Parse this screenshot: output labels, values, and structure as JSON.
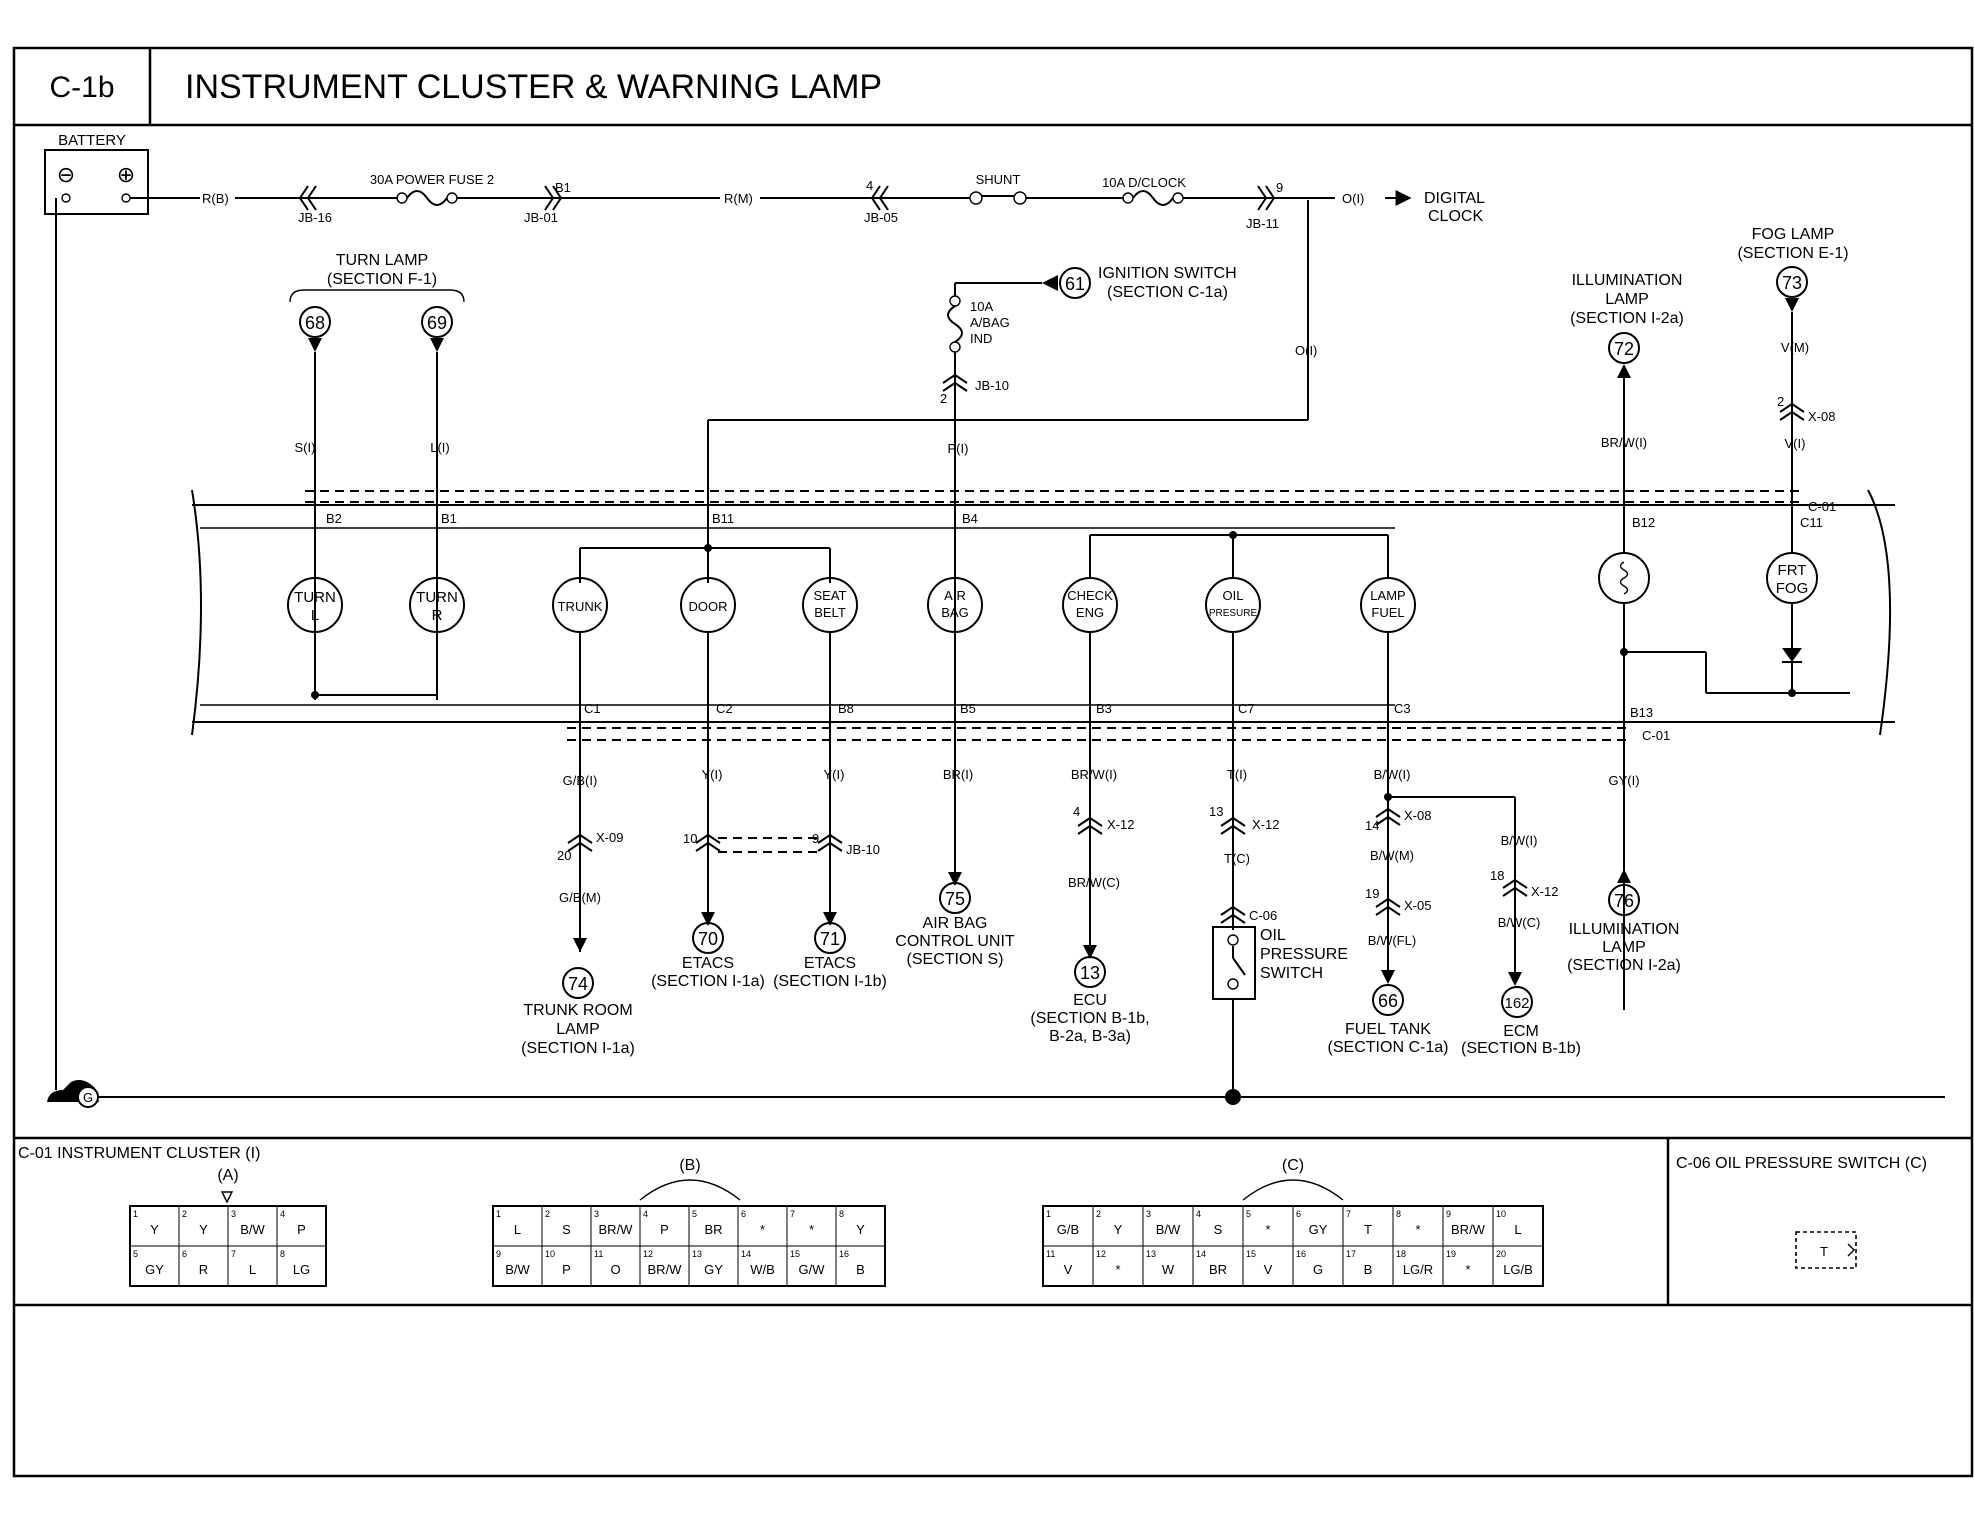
{
  "header": {
    "code": "C-1b",
    "title": "INSTRUMENT CLUSTER & WARNING LAMP"
  },
  "power": {
    "battery_label": "BATTERY",
    "minus": "⊖",
    "plus": "⊕",
    "wire_rb": "R(B)",
    "fuse1": "30A POWER FUSE 2",
    "jb16": "JB-16",
    "jb01": "JB-01",
    "b1": "B1",
    "wire_rm": "R(M)",
    "pin4": "4",
    "jb05": "JB-05",
    "shunt": "SHUNT",
    "fuse2": "10A D/CLOCK",
    "pin9": "9",
    "jb11": "JB-11",
    "wire_oi": "O(I)",
    "digital_clock": [
      "DIGITAL",
      "CLOCK"
    ]
  },
  "upper": {
    "turn_lamp": [
      "TURN LAMP",
      "(SECTION F-1)"
    ],
    "ref68": "68",
    "ref69": "69",
    "wire_si": "S(I)",
    "wire_li": "L(I)",
    "ignition": [
      "IGNITION SWITCH",
      "(SECTION C-1a)"
    ],
    "ref61": "61",
    "fuse3": [
      "10A",
      "A/BAG",
      "IND"
    ],
    "jb10": "JB-10",
    "pin2": "2",
    "wire_pi": "P(I)",
    "wire_oi2": "O(I)",
    "illum": [
      "ILLUMINATION",
      "LAMP",
      "(SECTION I-2a)"
    ],
    "ref72": "72",
    "wire_brwi": "BR/W(I)",
    "fog": [
      "FOG LAMP",
      "(SECTION E-1)"
    ],
    "ref73": "73",
    "wire_vm": "V(M)",
    "x08": "X-08",
    "pin2b": "2",
    "wire_vi": "V(I)",
    "c01": "C-01"
  },
  "cluster": {
    "top_pins": [
      "B2",
      "B1",
      "B11",
      "B4",
      "B12",
      "C11"
    ],
    "lamps": [
      {
        "l1": "TURN",
        "l2": "L"
      },
      {
        "l1": "TURN",
        "l2": "R"
      },
      {
        "l1": "TRUNK",
        "l2": ""
      },
      {
        "l1": "DOOR",
        "l2": ""
      },
      {
        "l1": "SEAT",
        "l2": "BELT"
      },
      {
        "l1": "AIR",
        "l2": "BAG"
      },
      {
        "l1": "CHECK",
        "l2": "ENG"
      },
      {
        "l1": "OIL",
        "l2": "PRESURE"
      },
      {
        "l1": "LAMP",
        "l2": "FUEL"
      },
      {
        "l1": "",
        "l2": ""
      },
      {
        "l1": "FRT",
        "l2": "FOG"
      }
    ],
    "bottom_pins": [
      "C1",
      "C2",
      "B8",
      "B5",
      "B3",
      "C7",
      "C3",
      "B13"
    ],
    "c01b": "C-01"
  },
  "lower": {
    "wire_gbi": "G/B(I)",
    "x09": "X-09",
    "pin20": "20",
    "wire_gbm": "G/B(M)",
    "ref74": "74",
    "trunk_room": [
      "TRUNK ROOM",
      "LAMP",
      "(SECTION I-1a)"
    ],
    "wire_yi": "Y(I)",
    "wire_yi2": "Y(I)",
    "pin10": "10",
    "pin9b": "9",
    "jb10b": "JB-10",
    "ref70": "70",
    "etacs1": [
      "ETACS",
      "(SECTION I-1a)"
    ],
    "ref71": "71",
    "etacs2": [
      "ETACS",
      "(SECTION I-1b)"
    ],
    "wire_bri": "BR(I)",
    "ref75": "75",
    "airbag": [
      "AIR BAG",
      "CONTROL UNIT",
      "(SECTION S)"
    ],
    "wire_brwi2": "BR/W(I)",
    "pin4b": "4",
    "x12a": "X-12",
    "wire_brwc": "BR/W(C)",
    "ref13": "13",
    "ecu": [
      "ECU",
      "(SECTION B-1b,",
      "B-2a, B-3a)"
    ],
    "wire_ti": "T(I)",
    "pin13": "13",
    "x12b": "X-12",
    "wire_tc": "T(C)",
    "c06": "C-06",
    "oil_sw": [
      "OIL",
      "PRESSURE",
      "SWITCH"
    ],
    "wire_bwi": "B/W(I)",
    "pin14": "14",
    "x08b": "X-08",
    "wire_bwm": "B/W(M)",
    "pin19": "19",
    "x05": "X-05",
    "wire_bwfl": "B/W(FL)",
    "ref66": "66",
    "fuel": [
      "FUEL TANK",
      "(SECTION C-1a)"
    ],
    "wire_bwi2": "B/W(I)",
    "pin18": "18",
    "x12c": "X-12",
    "wire_bwc": "B/W(C)",
    "ref162": "162",
    "ecm": [
      "ECM",
      "(SECTION B-1b)"
    ],
    "wire_gyi": "GY(I)",
    "ref76": "76",
    "illum2": [
      "ILLUMINATION",
      "LAMP",
      "(SECTION I-2a)"
    ],
    "ground": "G"
  },
  "connectors": {
    "c01_title": "C-01 INSTRUMENT CLUSTER (I)",
    "a_label": "(A)",
    "a_nums": [
      "1",
      "2",
      "3",
      "4",
      "5",
      "6",
      "7",
      "8"
    ],
    "a_vals": [
      "Y",
      "Y",
      "B/W",
      "P",
      "GY",
      "R",
      "L",
      "LG"
    ],
    "b_label": "(B)",
    "b_nums": [
      "1",
      "2",
      "3",
      "4",
      "5",
      "6",
      "7",
      "8",
      "9",
      "10",
      "11",
      "12",
      "13",
      "14",
      "15",
      "16"
    ],
    "b_vals": [
      "L",
      "S",
      "BR/W",
      "P",
      "BR",
      "*",
      "*",
      "Y",
      "B/W",
      "P",
      "O",
      "BR/W",
      "GY",
      "W/B",
      "G/W",
      "B"
    ],
    "c_label": "(C)",
    "c_nums": [
      "1",
      "2",
      "3",
      "4",
      "5",
      "6",
      "7",
      "8",
      "9",
      "10",
      "11",
      "12",
      "13",
      "14",
      "15",
      "16",
      "17",
      "18",
      "19",
      "20"
    ],
    "c_vals": [
      "G/B",
      "Y",
      "B/W",
      "S",
      "*",
      "GY",
      "T",
      "*",
      "BR/W",
      "L",
      "V",
      "*",
      "W",
      "BR",
      "V",
      "G",
      "B",
      "LG/R",
      "*",
      "LG/B"
    ],
    "c06_title": "C-06 OIL PRESSURE SWITCH (C)",
    "c06_pin": "T"
  }
}
